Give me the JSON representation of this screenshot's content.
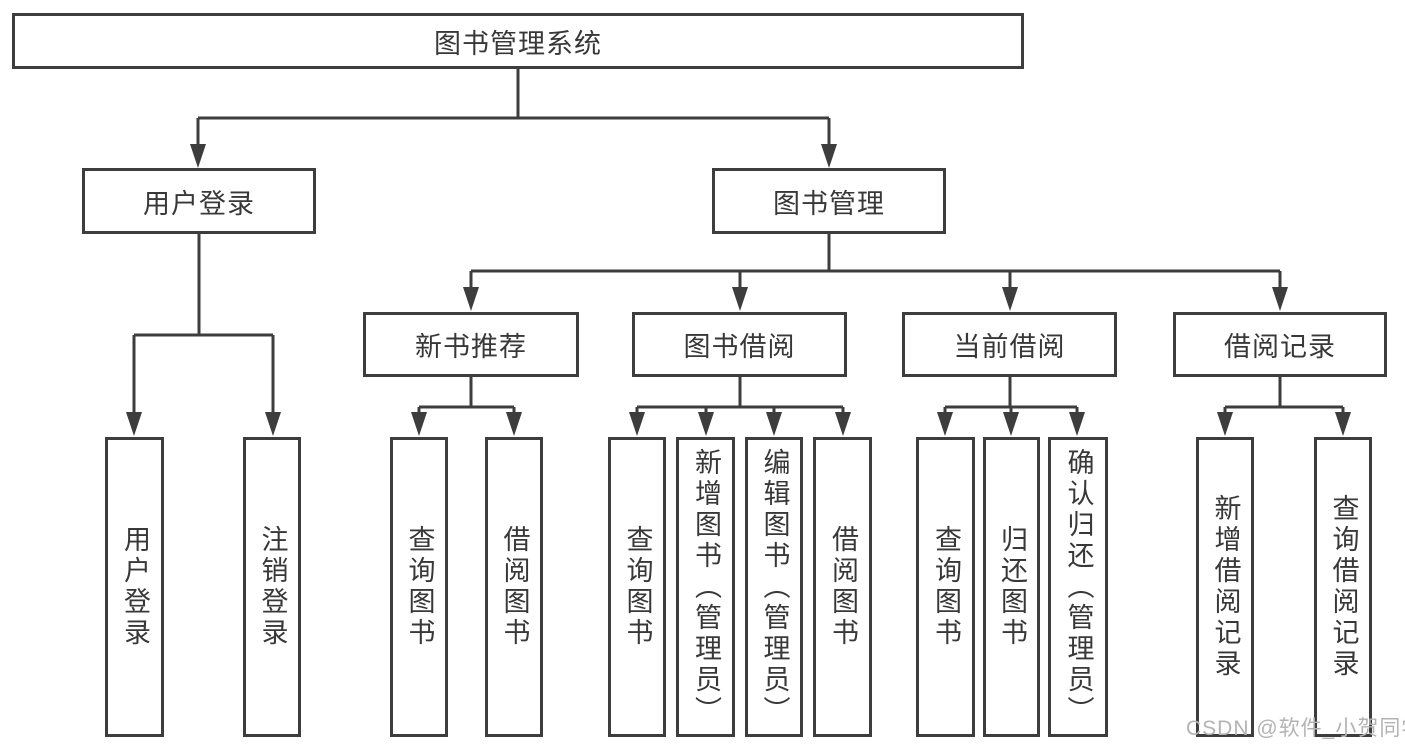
{
  "colors": {
    "line": "#3d3d3d",
    "box_border": "#3d3d3d",
    "text": "#383838",
    "background": "#ffffff",
    "watermark": "#b3b3b3"
  },
  "watermark": "CSDN @软件_小贺同学",
  "tree": {
    "label": "图书管理系统",
    "children": [
      {
        "label": "用户登录",
        "children": [
          {
            "label": "用户登录"
          },
          {
            "label": "注销登录"
          }
        ]
      },
      {
        "label": "图书管理",
        "children": [
          {
            "label": "新书推荐",
            "children": [
              {
                "label": "查询图书"
              },
              {
                "label": "借阅图书"
              }
            ]
          },
          {
            "label": "图书借阅",
            "children": [
              {
                "label": "查询图书"
              },
              {
                "label": "新增图书（管理员）"
              },
              {
                "label": "编辑图书（管理员）"
              },
              {
                "label": "借阅图书"
              }
            ]
          },
          {
            "label": "当前借阅",
            "children": [
              {
                "label": "查询图书"
              },
              {
                "label": "归还图书"
              },
              {
                "label": "确认归还（管理员）"
              }
            ]
          },
          {
            "label": "借阅记录",
            "children": [
              {
                "label": "新增借阅记录"
              },
              {
                "label": "查询借阅记录"
              }
            ]
          }
        ]
      }
    ]
  }
}
